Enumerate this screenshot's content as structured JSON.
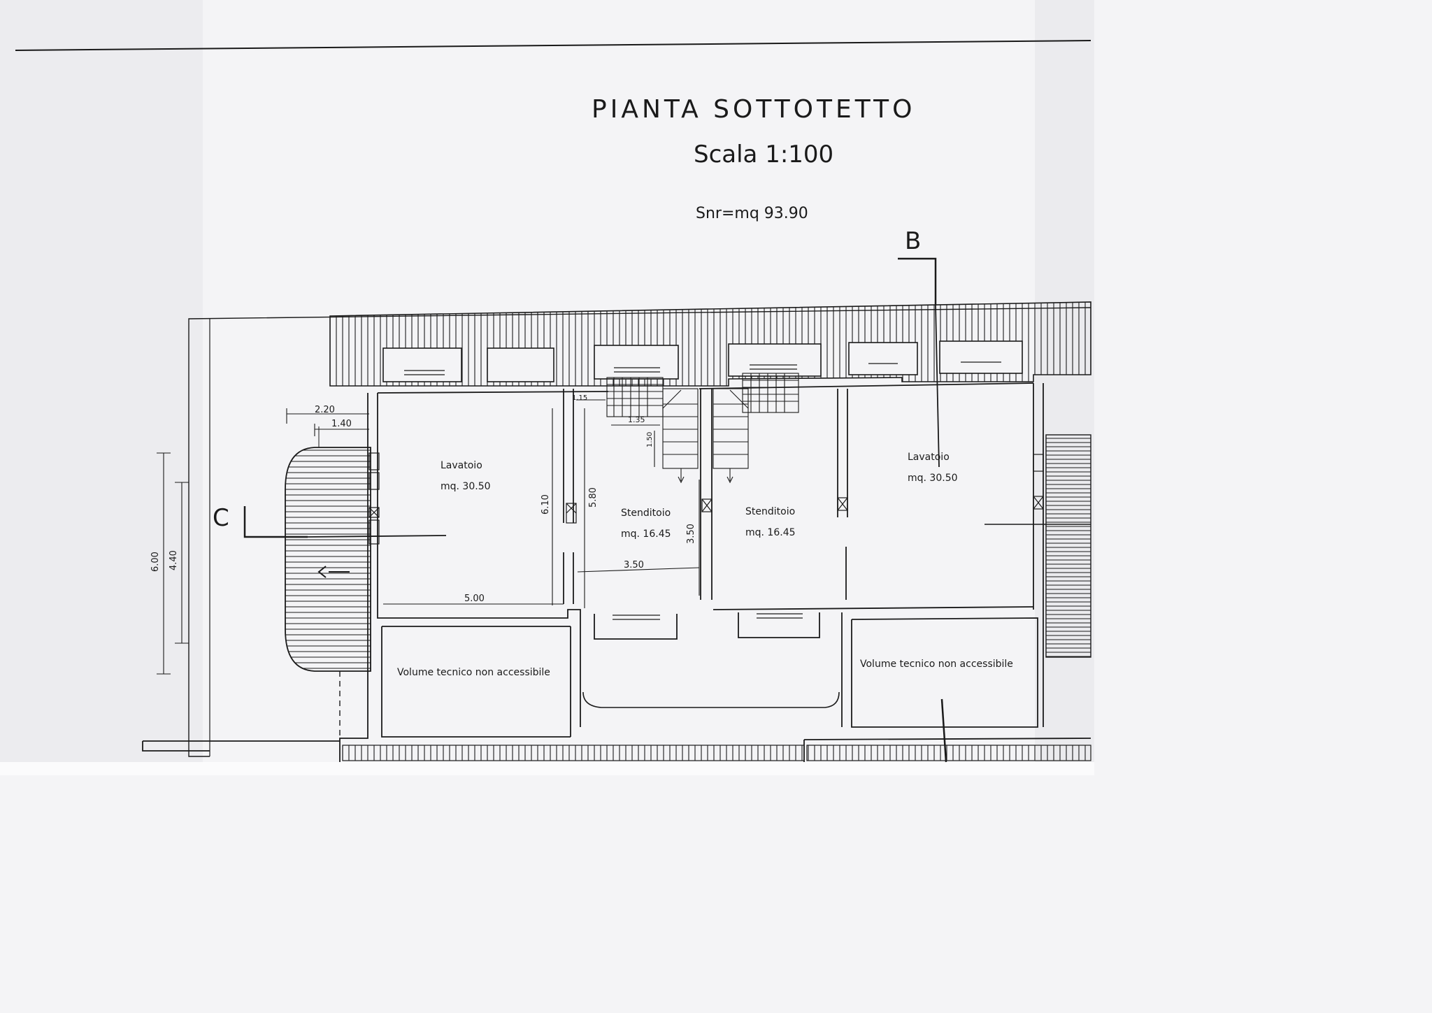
{
  "title": "PIANTA   SOTTOTETTO",
  "scale": "Scala 1:100",
  "surface": "Snr=mq 93.90",
  "section_labels": {
    "b": "B",
    "c": "C"
  },
  "rooms": [
    {
      "name": "Lavatoio",
      "area": "mq. 30.50"
    },
    {
      "name": "Stenditoio",
      "area": "mq. 16.45"
    },
    {
      "name": "Stenditoio",
      "area": "mq. 16.45"
    },
    {
      "name": "Lavatoio",
      "area": "mq. 30.50"
    }
  ],
  "technical_volumes": [
    "Volume tecnico non accessibile",
    "Volume tecnico non accessibile"
  ],
  "dimensions": {
    "d220": "2.20",
    "d140": "1.40",
    "d600": "6.00",
    "d440": "4.40",
    "d610": "6.10",
    "d580": "5.80",
    "d500": "5.00",
    "d350h": "3.50",
    "d350v": "3.50",
    "d115": "1.15",
    "d135": "1.35",
    "d150": "1.50"
  },
  "colors": {
    "ink": "#1a1a1a",
    "paper": "#f4f4f6"
  }
}
